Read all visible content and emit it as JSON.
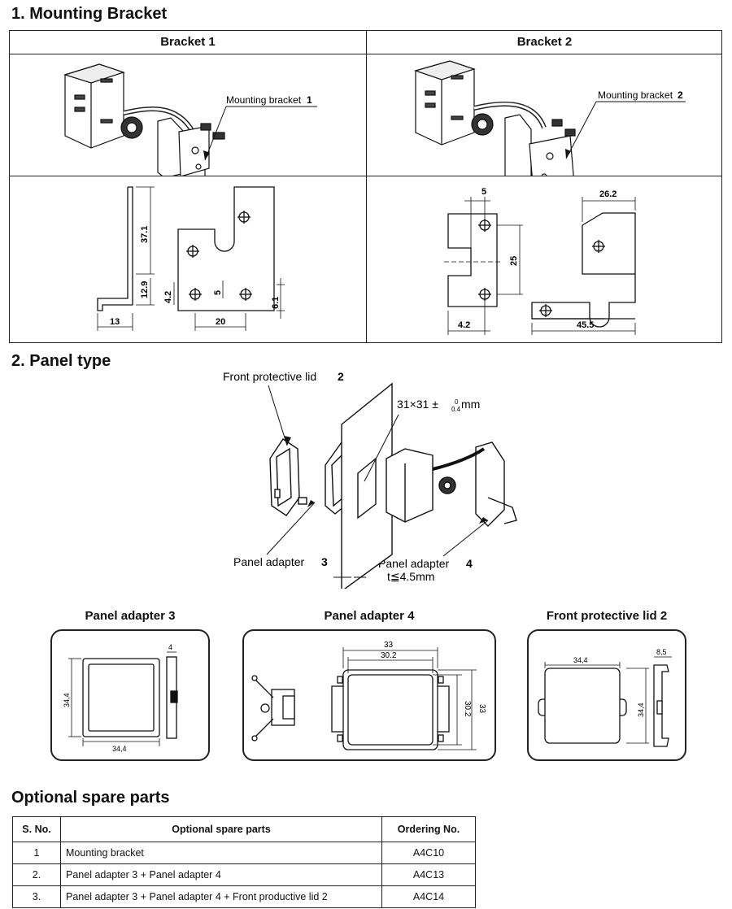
{
  "section1": {
    "title": "1. Mounting Bracket",
    "col1_header": "Bracket 1",
    "col2_header": "Bracket 2",
    "bracket1_label": "Mounting bracket",
    "bracket1_num": "1",
    "bracket2_label": "Mounting bracket",
    "bracket2_num": "2",
    "dims1": {
      "d37": "37.1",
      "d12": "12.9",
      "d13": "13",
      "d42": "4.2",
      "d5": "5",
      "d20": "20",
      "d61": "6.1"
    },
    "dims2": {
      "d5": "5",
      "d25": "25",
      "d42": "4.2",
      "d262": "26.2",
      "d455": "45.5"
    }
  },
  "section2": {
    "title": "2. Panel type",
    "lid_label": "Front protective lid",
    "lid_num": "2",
    "cutout_label": "31×31 ±",
    "cutout_tol_top": "0",
    "cutout_tol_bot": "0.4",
    "cutout_unit": " mm",
    "adapter3_label": "Panel adapter",
    "adapter3_num": "3",
    "adapter4_label": "Panel adapter",
    "adapter4_num": "4",
    "thickness": "t≦4.5mm"
  },
  "cards": {
    "a3": {
      "title": "Panel adapter 3",
      "w": "34,4",
      "h": "34,4",
      "t": "4"
    },
    "a4": {
      "title": "Panel adapter 4",
      "d33a": "33",
      "d302a": "30.2",
      "d302b": "30.2",
      "d33b": "33"
    },
    "lid": {
      "title": "Front protective lid 2",
      "w": "34,4",
      "h": "34,4",
      "t": "8,5"
    }
  },
  "spare": {
    "title": "Optional spare parts",
    "headers": [
      "S. No.",
      "Optional spare parts",
      "Ordering No."
    ],
    "rows": [
      [
        "1",
        "Mounting bracket",
        "A4C10"
      ],
      [
        "2.",
        "Panel adapter 3 + Panel adapter 4",
        "A4C13"
      ],
      [
        "3.",
        "Panel adapter 3 + Panel adapter 4 + Front productive lid 2",
        "A4C14"
      ]
    ]
  }
}
